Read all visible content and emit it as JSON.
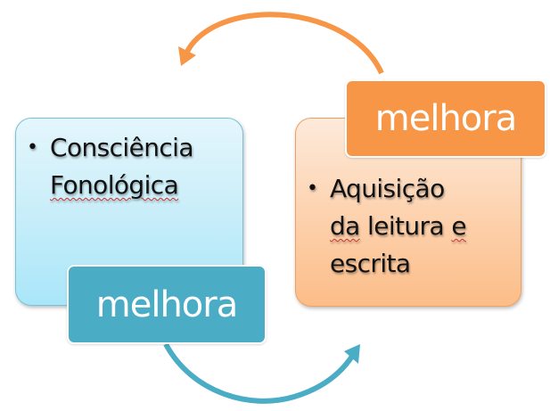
{
  "diagram": {
    "type": "cycle",
    "nodes": [
      {
        "id": "left",
        "text_lines": [
          "Consciência",
          "Fonológica"
        ],
        "text": "Consciência Fonológica",
        "label": "melhora",
        "fill_color": "#c9eef9",
        "label_color": "#4bacc6"
      },
      {
        "id": "right",
        "text_lines": [
          "Aquisição",
          "da leitura e",
          "escrita"
        ],
        "text": "Aquisição da leitura e escrita",
        "label": "melhora",
        "fill_color": "#fdd3b0",
        "label_color": "#f79646"
      }
    ],
    "arrows": [
      {
        "from": "left",
        "to": "right",
        "color": "#4bacc6",
        "position": "bottom"
      },
      {
        "from": "right",
        "to": "left",
        "color": "#f79646",
        "position": "top"
      }
    ]
  },
  "left_box": {
    "bullet": "•",
    "line1": "Consciência",
    "line2": "Fonológica",
    "label": "melhora"
  },
  "right_box": {
    "bullet": "•",
    "line1": "Aquisição",
    "line2a": "da",
    "line2b": " leitura ",
    "line2c": "e",
    "line3": "escrita",
    "label": "melhora"
  },
  "colors": {
    "blue_accent": "#4bacc6",
    "orange_accent": "#f79646",
    "blue_fill_top": "#e4f6fc",
    "blue_fill_bottom": "#a9e6f9",
    "orange_fill_top": "#fdeadb",
    "orange_fill_bottom": "#fcbd88"
  }
}
